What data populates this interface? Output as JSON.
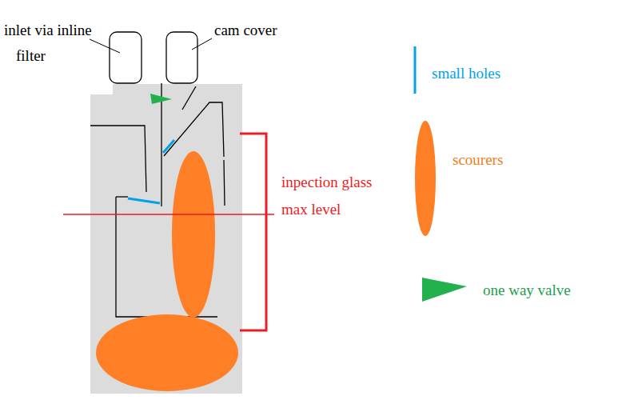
{
  "diagram": {
    "labels": [
      "inlet via inline filter",
      "cam cover",
      "inpection glass max level"
    ],
    "legend": [
      {
        "text": "small holes"
      },
      {
        "text": "scourers"
      },
      {
        "text": "one way valve"
      }
    ]
  }
}
